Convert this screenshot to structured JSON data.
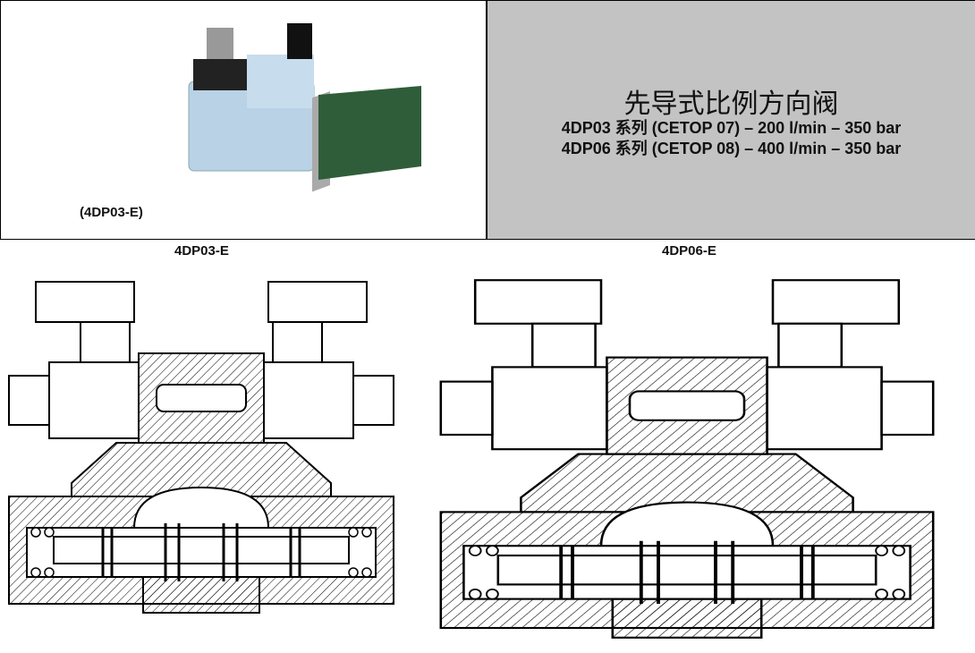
{
  "product_image_caption": "(4DP03-E)",
  "header": {
    "title": "先导式比例方向阀",
    "line1": "4DP03 系列 (CETOP 07) – 200 l/min – 350 bar",
    "line2": "4DP06 系列 (CETOP 08) – 400 l/min – 350 bar"
  },
  "drawings": [
    {
      "label": "4DP03-E"
    },
    {
      "label": "4DP06-E"
    }
  ]
}
